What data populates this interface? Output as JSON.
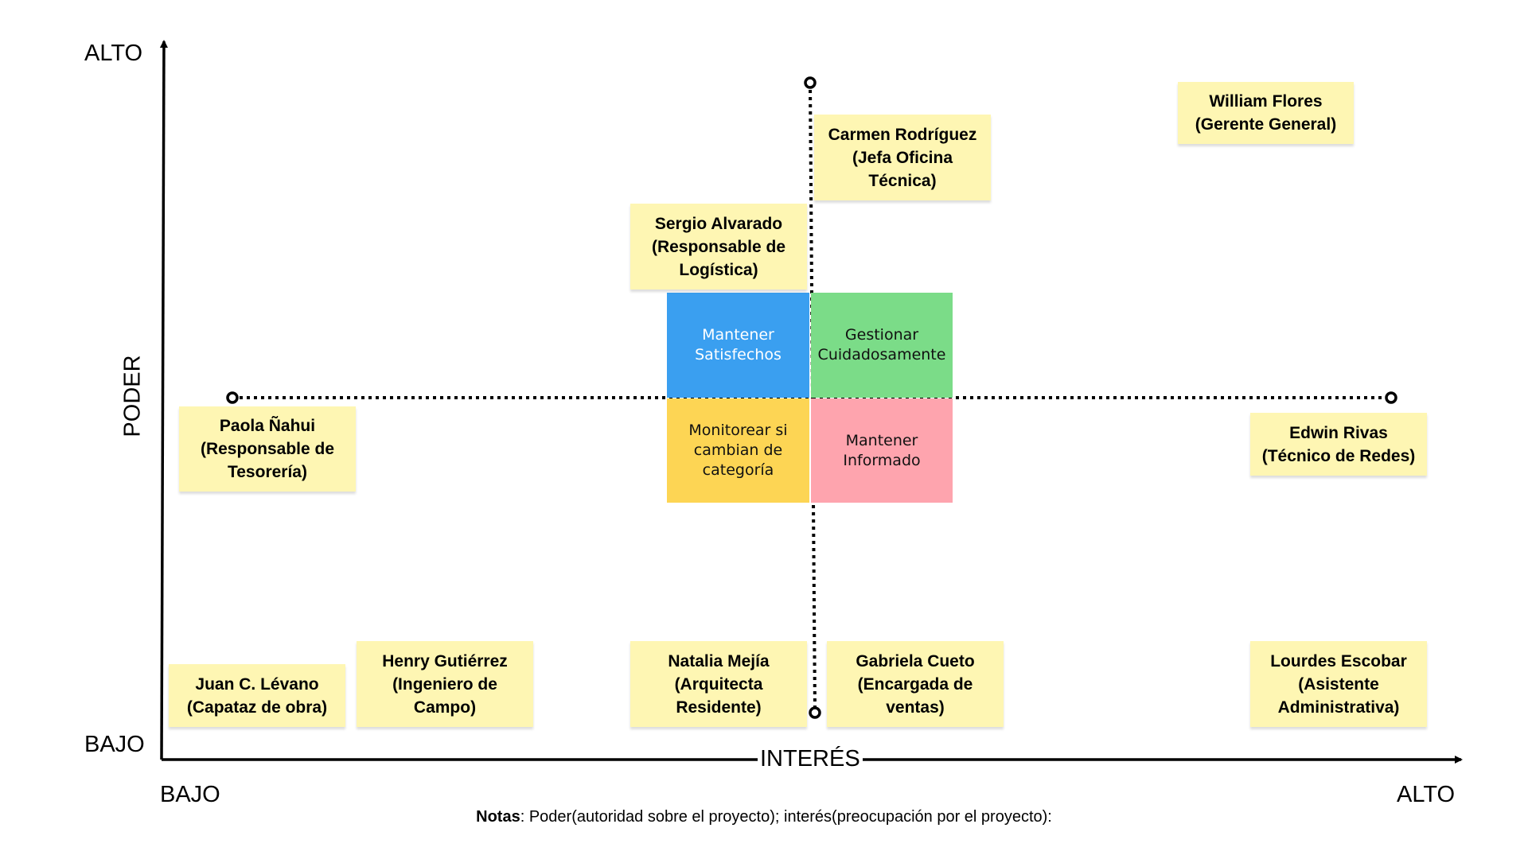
{
  "axes": {
    "y_title": "PODER",
    "x_title": "INTERÉS",
    "y_high": "ALTO",
    "y_low": "BAJO",
    "x_low": "BAJO",
    "x_high": "ALTO"
  },
  "quadrants": {
    "top_left": {
      "label": "Mantener\nSatisfechos",
      "color": "#3a9ff0",
      "text_color": "#ffffff"
    },
    "top_right": {
      "label": "Gestionar\nCuidadosamente",
      "color": "#7bdc88",
      "text_color": "#111111"
    },
    "bottom_left": {
      "label": "Monitorear si\ncambian de\ncategoría",
      "color": "#fdd554",
      "text_color": "#111111"
    },
    "bottom_right": {
      "label": "Mantener\nInformado",
      "color": "#fea4ae",
      "text_color": "#111111"
    }
  },
  "stakeholders": [
    {
      "label": "William Flores\n(Gerente General)"
    },
    {
      "label": "Carmen Rodríguez\n(Jefa Oficina\nTécnica)"
    },
    {
      "label": "Sergio Alvarado\n(Responsable de\nLogística)"
    },
    {
      "label": "Paola Ñahui\n(Responsable de\nTesorería)"
    },
    {
      "label": "Edwin Rivas\n(Técnico de Redes)"
    },
    {
      "label": "Juan C. Lévano\n(Capataz de obra)"
    },
    {
      "label": "Henry Gutiérrez\n(Ingeniero de\nCampo)"
    },
    {
      "label": "Natalia Mejía\n(Arquitecta\nResidente)"
    },
    {
      "label": "Gabriela Cueto\n(Encargada de\nventas)"
    },
    {
      "label": "Lourdes Escobar\n(Asistente\nAdministrativa)"
    }
  ],
  "note": {
    "label": "Notas",
    "text": ": Poder(autoridad sobre el proyecto); interés(preocupación por el proyecto):"
  }
}
